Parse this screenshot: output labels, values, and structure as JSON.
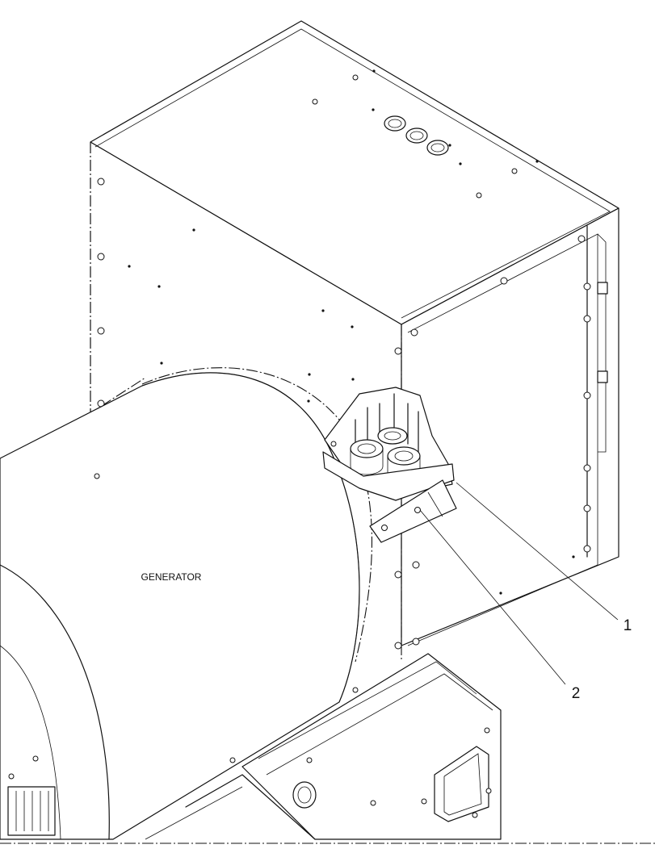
{
  "diagram": {
    "body_label": "GENERATOR",
    "callouts": [
      {
        "id": "1",
        "label": "1"
      },
      {
        "id": "2",
        "label": "2"
      }
    ],
    "colors": {
      "line": "#111111",
      "background": "#ffffff"
    }
  }
}
